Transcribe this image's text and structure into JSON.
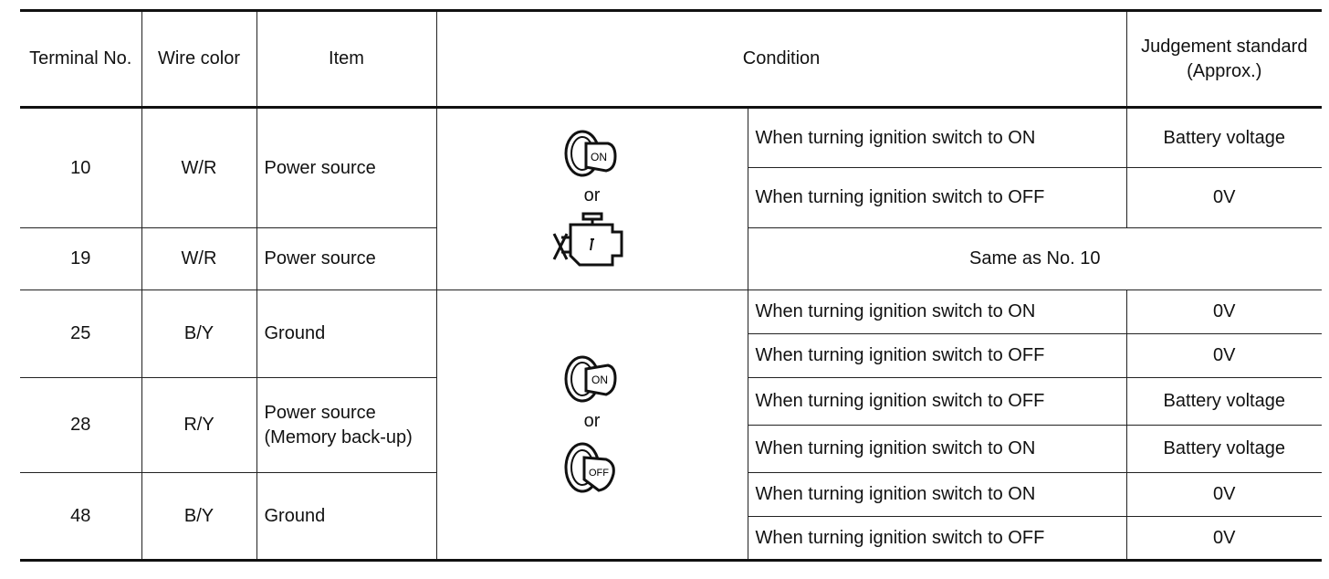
{
  "header": {
    "terminal_no": "Terminal No.",
    "wire_color": "Wire color",
    "item": "Item",
    "condition": "Condition",
    "judgement": "Judgement standard (Approx.)"
  },
  "icons": {
    "on_label": "ON",
    "off_label": "OFF",
    "or": "or"
  },
  "rows": {
    "r10": {
      "terminal": "10",
      "wire": "W/R",
      "item": "Power source",
      "cond1": "When turning ignition switch to ON",
      "std1": "Battery voltage",
      "cond2": "When turning ignition switch to OFF",
      "std2": "0V"
    },
    "r19": {
      "terminal": "19",
      "wire": "W/R",
      "item": "Power source",
      "same": "Same as No. 10"
    },
    "r25": {
      "terminal": "25",
      "wire": "B/Y",
      "item": "Ground",
      "cond1": "When turning ignition switch to ON",
      "std1": "0V",
      "cond2": "When turning ignition switch to OFF",
      "std2": "0V"
    },
    "r28": {
      "terminal": "28",
      "wire": "R/Y",
      "item": "Power source (Memory back-up)",
      "cond1": "When turning ignition switch to OFF",
      "std1": "Battery voltage",
      "cond2": "When turning ignition switch to ON",
      "std2": "Battery voltage"
    },
    "r48": {
      "terminal": "48",
      "wire": "B/Y",
      "item": "Ground",
      "cond1": "When turning ignition switch to ON",
      "std1": "0V",
      "cond2": "When turning ignition switch to OFF",
      "std2": "0V"
    }
  }
}
